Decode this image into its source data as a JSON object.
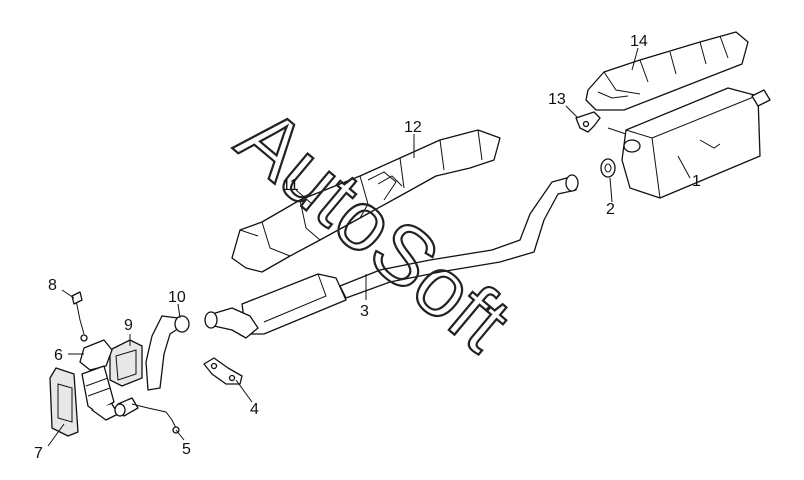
{
  "callouts": [
    {
      "id": "1",
      "label": "1"
    },
    {
      "id": "2",
      "label": "2"
    },
    {
      "id": "3",
      "label": "3"
    },
    {
      "id": "4",
      "label": "4"
    },
    {
      "id": "5",
      "label": "5"
    },
    {
      "id": "6",
      "label": "6"
    },
    {
      "id": "7",
      "label": "7"
    },
    {
      "id": "8",
      "label": "8"
    },
    {
      "id": "9",
      "label": "9"
    },
    {
      "id": "10",
      "label": "10"
    },
    {
      "id": "11",
      "label": "11"
    },
    {
      "id": "12",
      "label": "12"
    },
    {
      "id": "13",
      "label": "13"
    },
    {
      "id": "14",
      "label": "14"
    }
  ],
  "watermark": {
    "text": "AutoSoft"
  },
  "colors": {
    "ink": "#111111",
    "background": "#ffffff",
    "shade": "#e8e8e8"
  }
}
